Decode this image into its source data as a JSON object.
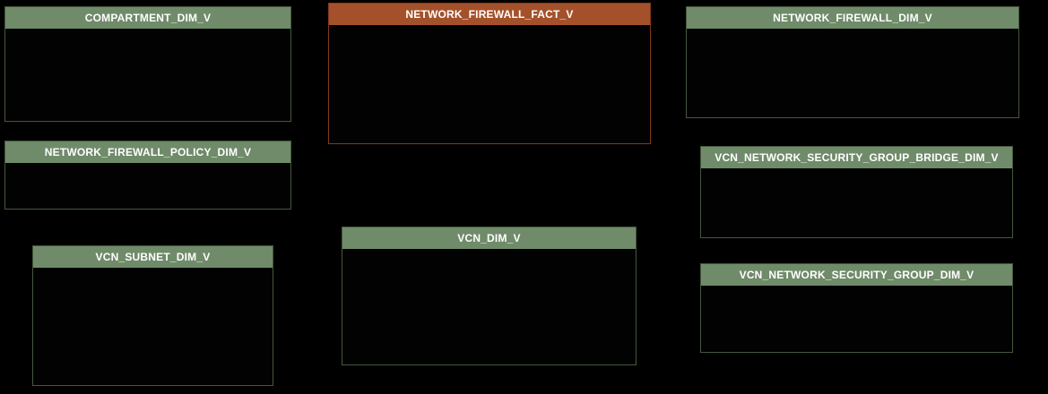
{
  "diagram": {
    "kind": "database-schema-diagram",
    "colors": {
      "page_bg": "#000000",
      "body_bg": "#020202",
      "header_text": "#ffffff",
      "dimension_header": "#6f8b69",
      "dimension_border": "#46573d",
      "fact_header": "#a4512b",
      "fact_border": "#823a1c"
    },
    "tables": [
      {
        "label": "COMPARTMENT_DIM_V",
        "type": "dimension"
      },
      {
        "label": "NETWORK_FIREWALL_FACT_V",
        "type": "fact"
      },
      {
        "label": "NETWORK_FIREWALL_DIM_V",
        "type": "dimension"
      },
      {
        "label": "NETWORK_FIREWALL_POLICY_DIM_V",
        "type": "dimension"
      },
      {
        "label": "VCN_NETWORK_SECURITY_GROUP_BRIDGE_DIM_V",
        "type": "dimension"
      },
      {
        "label": "VCN_SUBNET_DIM_V",
        "type": "dimension"
      },
      {
        "label": "VCN_DIM_V",
        "type": "dimension"
      },
      {
        "label": "VCN_NETWORK_SECURITY_GROUP_DIM_V",
        "type": "dimension"
      }
    ]
  }
}
